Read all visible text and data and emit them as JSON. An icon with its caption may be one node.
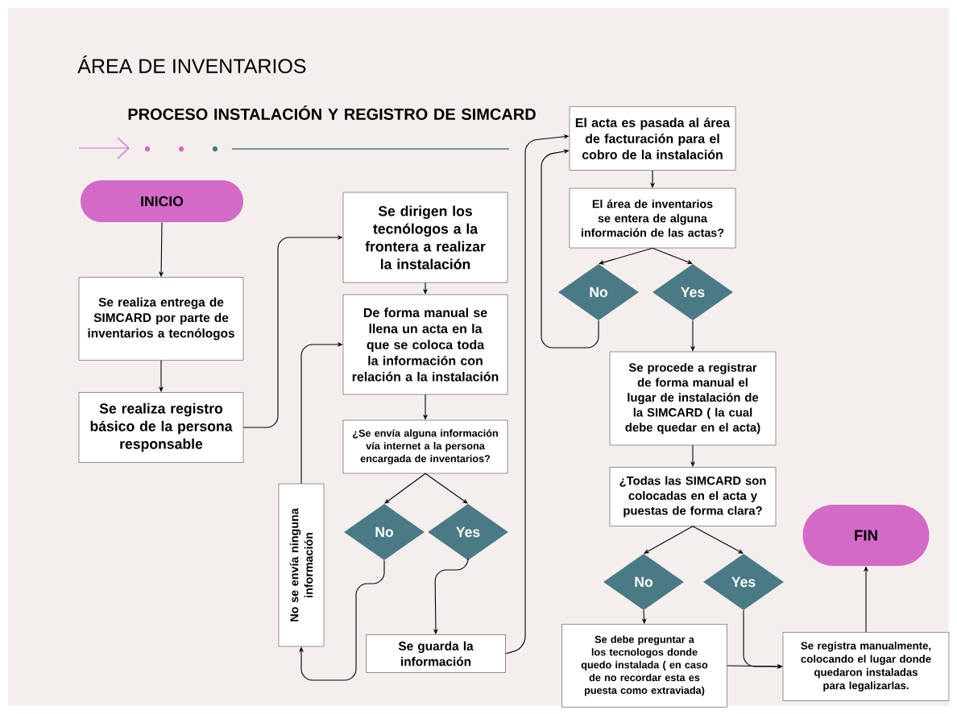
{
  "diagram": {
    "title": "PROCESO INSTALACIÓN Y REGISTRO DE SIMCARD",
    "nodes": [
      {
        "text": [
          "INICIO"
        ]
      },
      {
        "text": [
          "Se realiza entrega de SIMCARD por parte de inventarios a tecnólogos"
        ]
      },
      {
        "text": [
          "Se realiza registro básico de la persona responsable"
        ]
      },
      {
        "text": [
          "Se dirigen los tecnólogos a la frontera a realizar la instalación"
        ]
      },
      {
        "text": [
          "De forma manual se llena un acta en la que se coloca toda la información con relación a la instalación"
        ]
      },
      {
        "text": [
          "¿Se envía alguna información vía internet a la persona encargada de inventarios?"
        ]
      },
      {
        "text": [
          "No"
        ]
      },
      {
        "text": [
          "Yes"
        ]
      },
      {
        "text": [
          "No se envía ninguna información"
        ]
      },
      {
        "text": [
          "Se guarda la información"
        ]
      },
      {
        "text": [
          "El acta es pasada al área de facturación para el cobro de la instalación"
        ]
      },
      {
        "text": [
          "El área de inventarios se entera de alguna información de las actas?"
        ]
      },
      {
        "text": [
          "No"
        ]
      },
      {
        "text": [
          "Yes"
        ]
      },
      {
        "text": [
          "Se procede a registrar de forma manual el lugar de instalación de la SIMCARD ( la cual debe quedar en el acta)"
        ]
      },
      {
        "text": [
          "¿Todas las SIMCARD son colocadas en el acta y puestas de forma clara?"
        ]
      },
      {
        "text": [
          "No"
        ]
      },
      {
        "text": [
          "Yes"
        ]
      },
      {
        "text": [
          "Se debe preguntar a los tecnologos donde quedo instalada ( en caso de no recordar esta es puesta como extraviada)"
        ]
      },
      {
        "text": [
          "Se registra manualmente, colocando el lugar donde quedaron instaladas para legalizarlas."
        ]
      },
      {
        "text": [
          "FIN"
        ]
      }
    ],
    "edges": [
      {
        "from": 0,
        "to": 1,
        "arrow": "to"
      },
      {
        "from": 1,
        "to": 2,
        "arrow": "to"
      },
      {
        "from": 2,
        "to": 3,
        "arrow": "to"
      },
      {
        "from": 3,
        "to": 4,
        "arrow": "to"
      },
      {
        "from": 4,
        "to": 5,
        "arrow": "to"
      },
      {
        "from": 5,
        "to": 6,
        "arrow": "to"
      },
      {
        "from": 5,
        "to": 7,
        "arrow": "to"
      },
      {
        "from": 6,
        "to": 8,
        "arrow": "to"
      },
      {
        "from": 8,
        "to": 4,
        "arrow": "to"
      },
      {
        "from": 7,
        "to": 9,
        "arrow": "to"
      },
      {
        "from": 9,
        "to": 10,
        "arrow": "to"
      },
      {
        "from": 10,
        "to": 11,
        "arrow": "to"
      },
      {
        "from": 11,
        "to": 12,
        "arrow": "to"
      },
      {
        "from": 11,
        "to": 13,
        "arrow": "to"
      },
      {
        "from": 12,
        "to": 10,
        "arrow": "to"
      },
      {
        "from": 13,
        "to": 14,
        "arrow": "to"
      },
      {
        "from": 14,
        "to": 15,
        "arrow": "to"
      },
      {
        "from": 15,
        "to": 16,
        "arrow": "to"
      },
      {
        "from": 15,
        "to": 17,
        "arrow": "to"
      },
      {
        "from": 16,
        "to": 18,
        "arrow": "to"
      },
      {
        "from": 17,
        "to": 19,
        "arrow": "to"
      },
      {
        "from": 18,
        "to": 19,
        "arrow": "to"
      },
      {
        "from": 19,
        "to": 20,
        "arrow": "to"
      }
    ],
    "labels": [
      "ÁREA DE INVENTARIOS"
    ]
  }
}
